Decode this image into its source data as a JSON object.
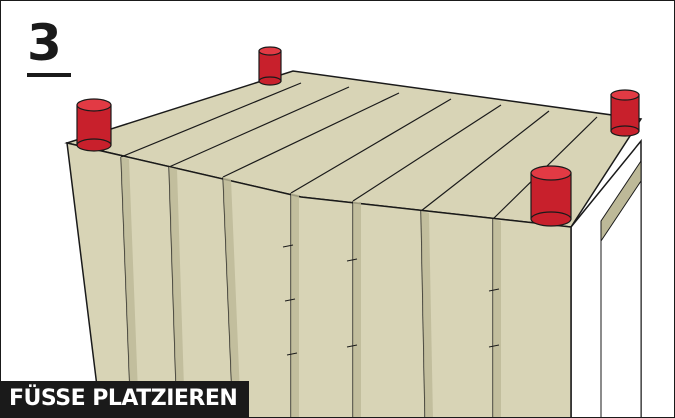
{
  "step": {
    "number": "3",
    "caption": "FÜSSE PLATZIEREN"
  },
  "colors": {
    "wood": "#d8d4b6",
    "wood_shadow": "#bdb998",
    "foot": "#c8202c",
    "foot_top": "#e23a44",
    "ink": "#1a1a1a"
  },
  "icons": {
    "feet": [
      "cylinder-foot",
      "cylinder-foot",
      "cylinder-foot",
      "cylinder-foot"
    ]
  }
}
